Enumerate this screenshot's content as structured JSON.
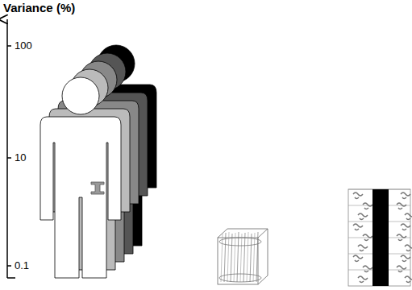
{
  "diagram": {
    "labels": [
      "Variance (%)",
      "100",
      "10",
      "0.1"
    ]
  }
}
